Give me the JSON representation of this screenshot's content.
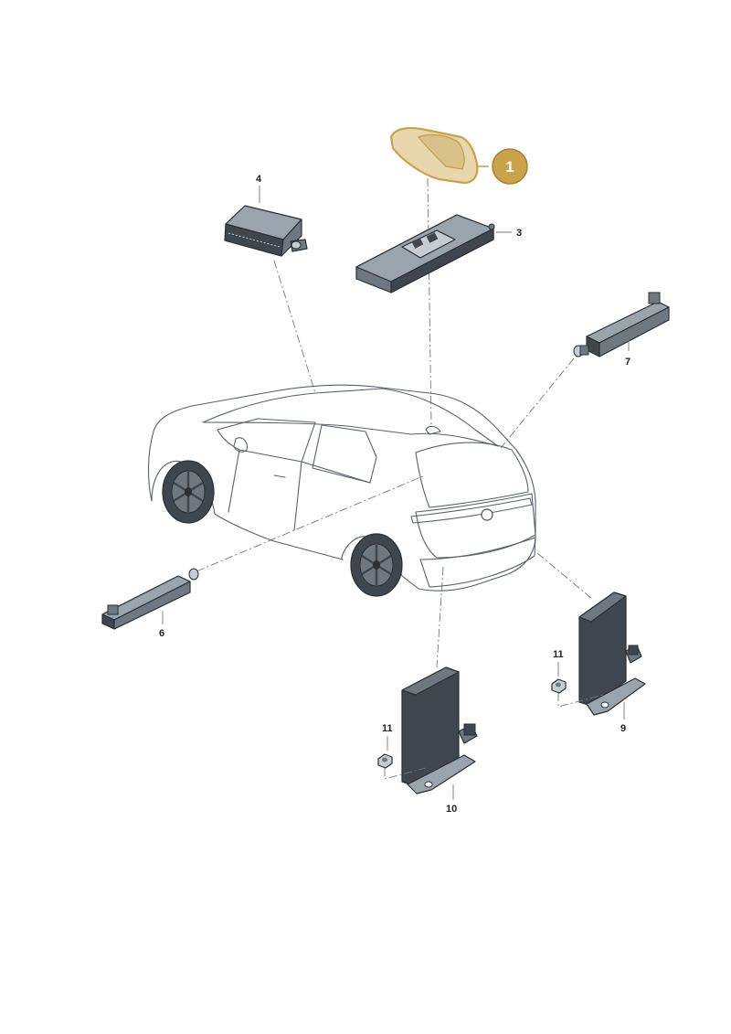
{
  "callouts": {
    "p1": "1",
    "p3": "3",
    "p4": "4",
    "p6": "6",
    "p7": "7",
    "p9": "9",
    "p10": "10",
    "p11a": "11",
    "p11b": "11"
  },
  "colors": {
    "highlight": "#c9a24a",
    "highlight_fill": "#e8d7ae",
    "part_dark": "#3f464d",
    "part_mid": "#6f7880",
    "car_body": "#e7ecef",
    "car_glass": "#c5cdd3"
  },
  "selected_part": "1"
}
